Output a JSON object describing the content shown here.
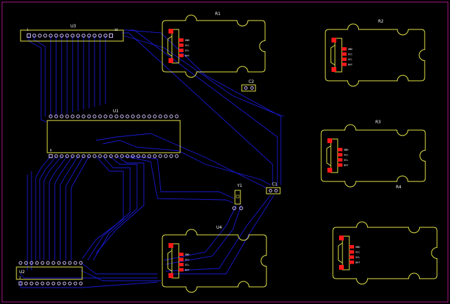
{
  "board": {
    "outline_color": "#b0148c",
    "silkscreen_color": "#e8e84a",
    "trace_color": "#1a1adc",
    "pad_color": "#ff1a1a",
    "via_color": "#d6c2ff"
  },
  "components": {
    "R1": "R1",
    "R2": "R2",
    "R3": "R3",
    "R4": "R4",
    "U1": "U1",
    "U2": "U2",
    "U3": "U3",
    "U4": "U4",
    "C1": "C1",
    "C2": "C2",
    "Y1": "Y1"
  },
  "connector_pins": [
    "GND",
    "VCC",
    "SCL",
    "DAT"
  ],
  "u3_pin_markers": {
    "first": "1",
    "last": "16"
  },
  "u1_pin_marker": "8",
  "u2_pin_marker": "2"
}
